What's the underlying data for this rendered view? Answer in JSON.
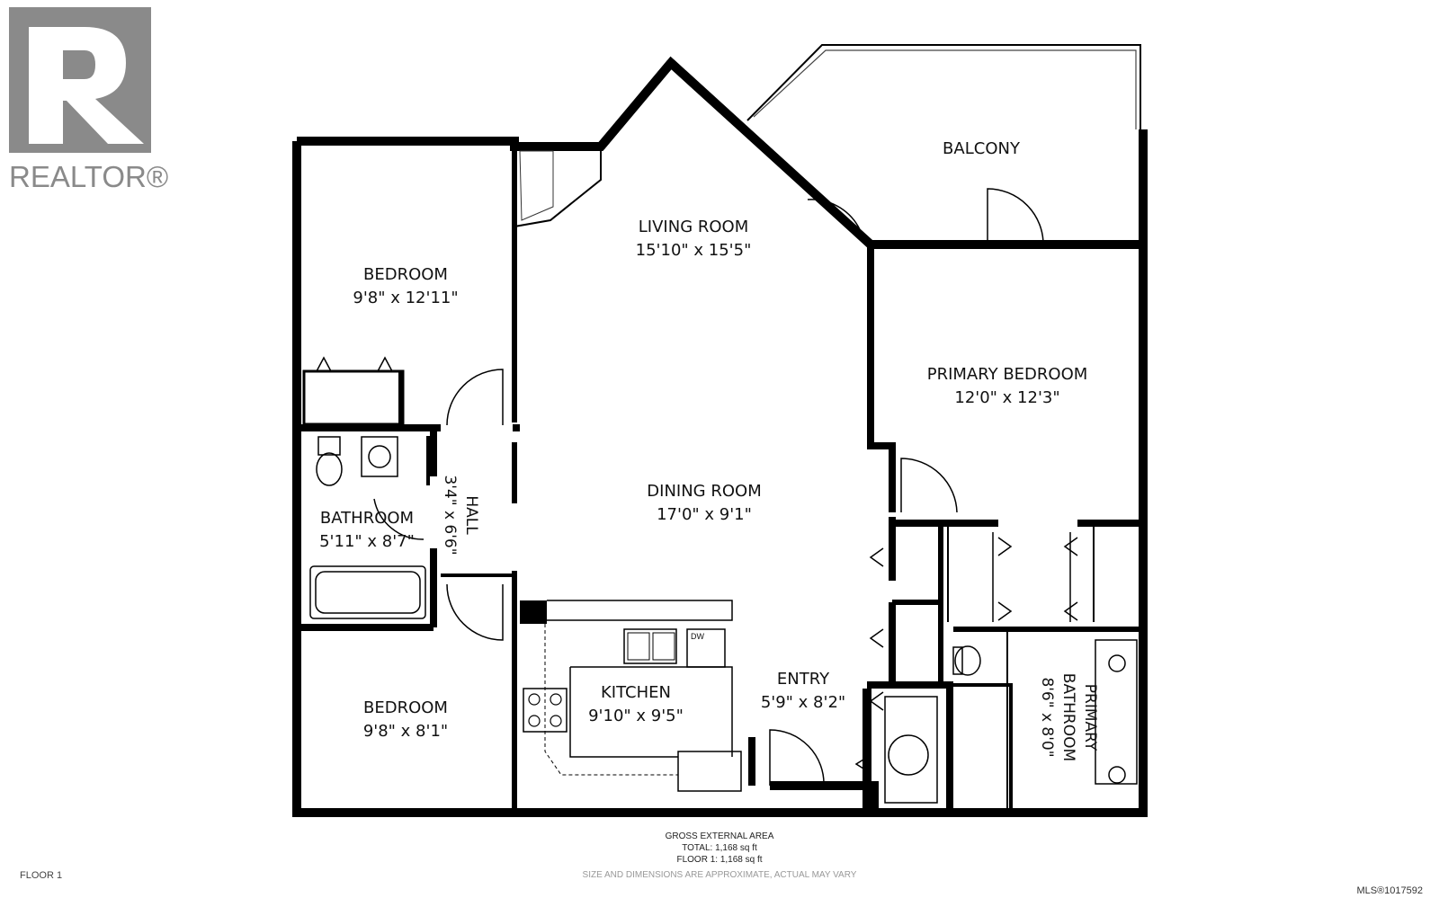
{
  "brand": {
    "name": "REALTOR®"
  },
  "rooms": [
    {
      "id": "balcony",
      "name": "BALCONY",
      "dims": ""
    },
    {
      "id": "living",
      "name": "LIVING ROOM",
      "dims": "15'10\" x 15'5\""
    },
    {
      "id": "bedroom1",
      "name": "BEDROOM",
      "dims": "9'8\" x 12'11\""
    },
    {
      "id": "primary-bedroom",
      "name": "PRIMARY BEDROOM",
      "dims": "12'0\" x 12'3\""
    },
    {
      "id": "dining",
      "name": "DINING ROOM",
      "dims": "17'0\" x 9'1\""
    },
    {
      "id": "bathroom",
      "name": "BATHROOM",
      "dims": "5'11\" x 8'7\""
    },
    {
      "id": "kitchen",
      "name": "KITCHEN",
      "dims": "9'10\" x 9'5\""
    },
    {
      "id": "entry",
      "name": "ENTRY",
      "dims": "5'9\" x 8'2\""
    },
    {
      "id": "bedroom2",
      "name": "BEDROOM",
      "dims": "9'8\" x 8'1\""
    }
  ],
  "hall": {
    "name": "HALL",
    "dims": "3'4\" x 6'6\""
  },
  "primary_bathroom": {
    "line1": "PRIMARY",
    "line2": "BATHROOM",
    "dims": "8'6\" x 8'0\""
  },
  "appliance": {
    "dw": "DW"
  },
  "area": {
    "heading": "GROSS EXTERNAL AREA",
    "total": "TOTAL: 1,168 sq ft",
    "floor": "FLOOR 1: 1,168 sq ft"
  },
  "disclaimer": "SIZE AND DIMENSIONS ARE APPROXIMATE, ACTUAL MAY VARY",
  "floor_label": "FLOOR 1",
  "mls": "MLS®1017592"
}
